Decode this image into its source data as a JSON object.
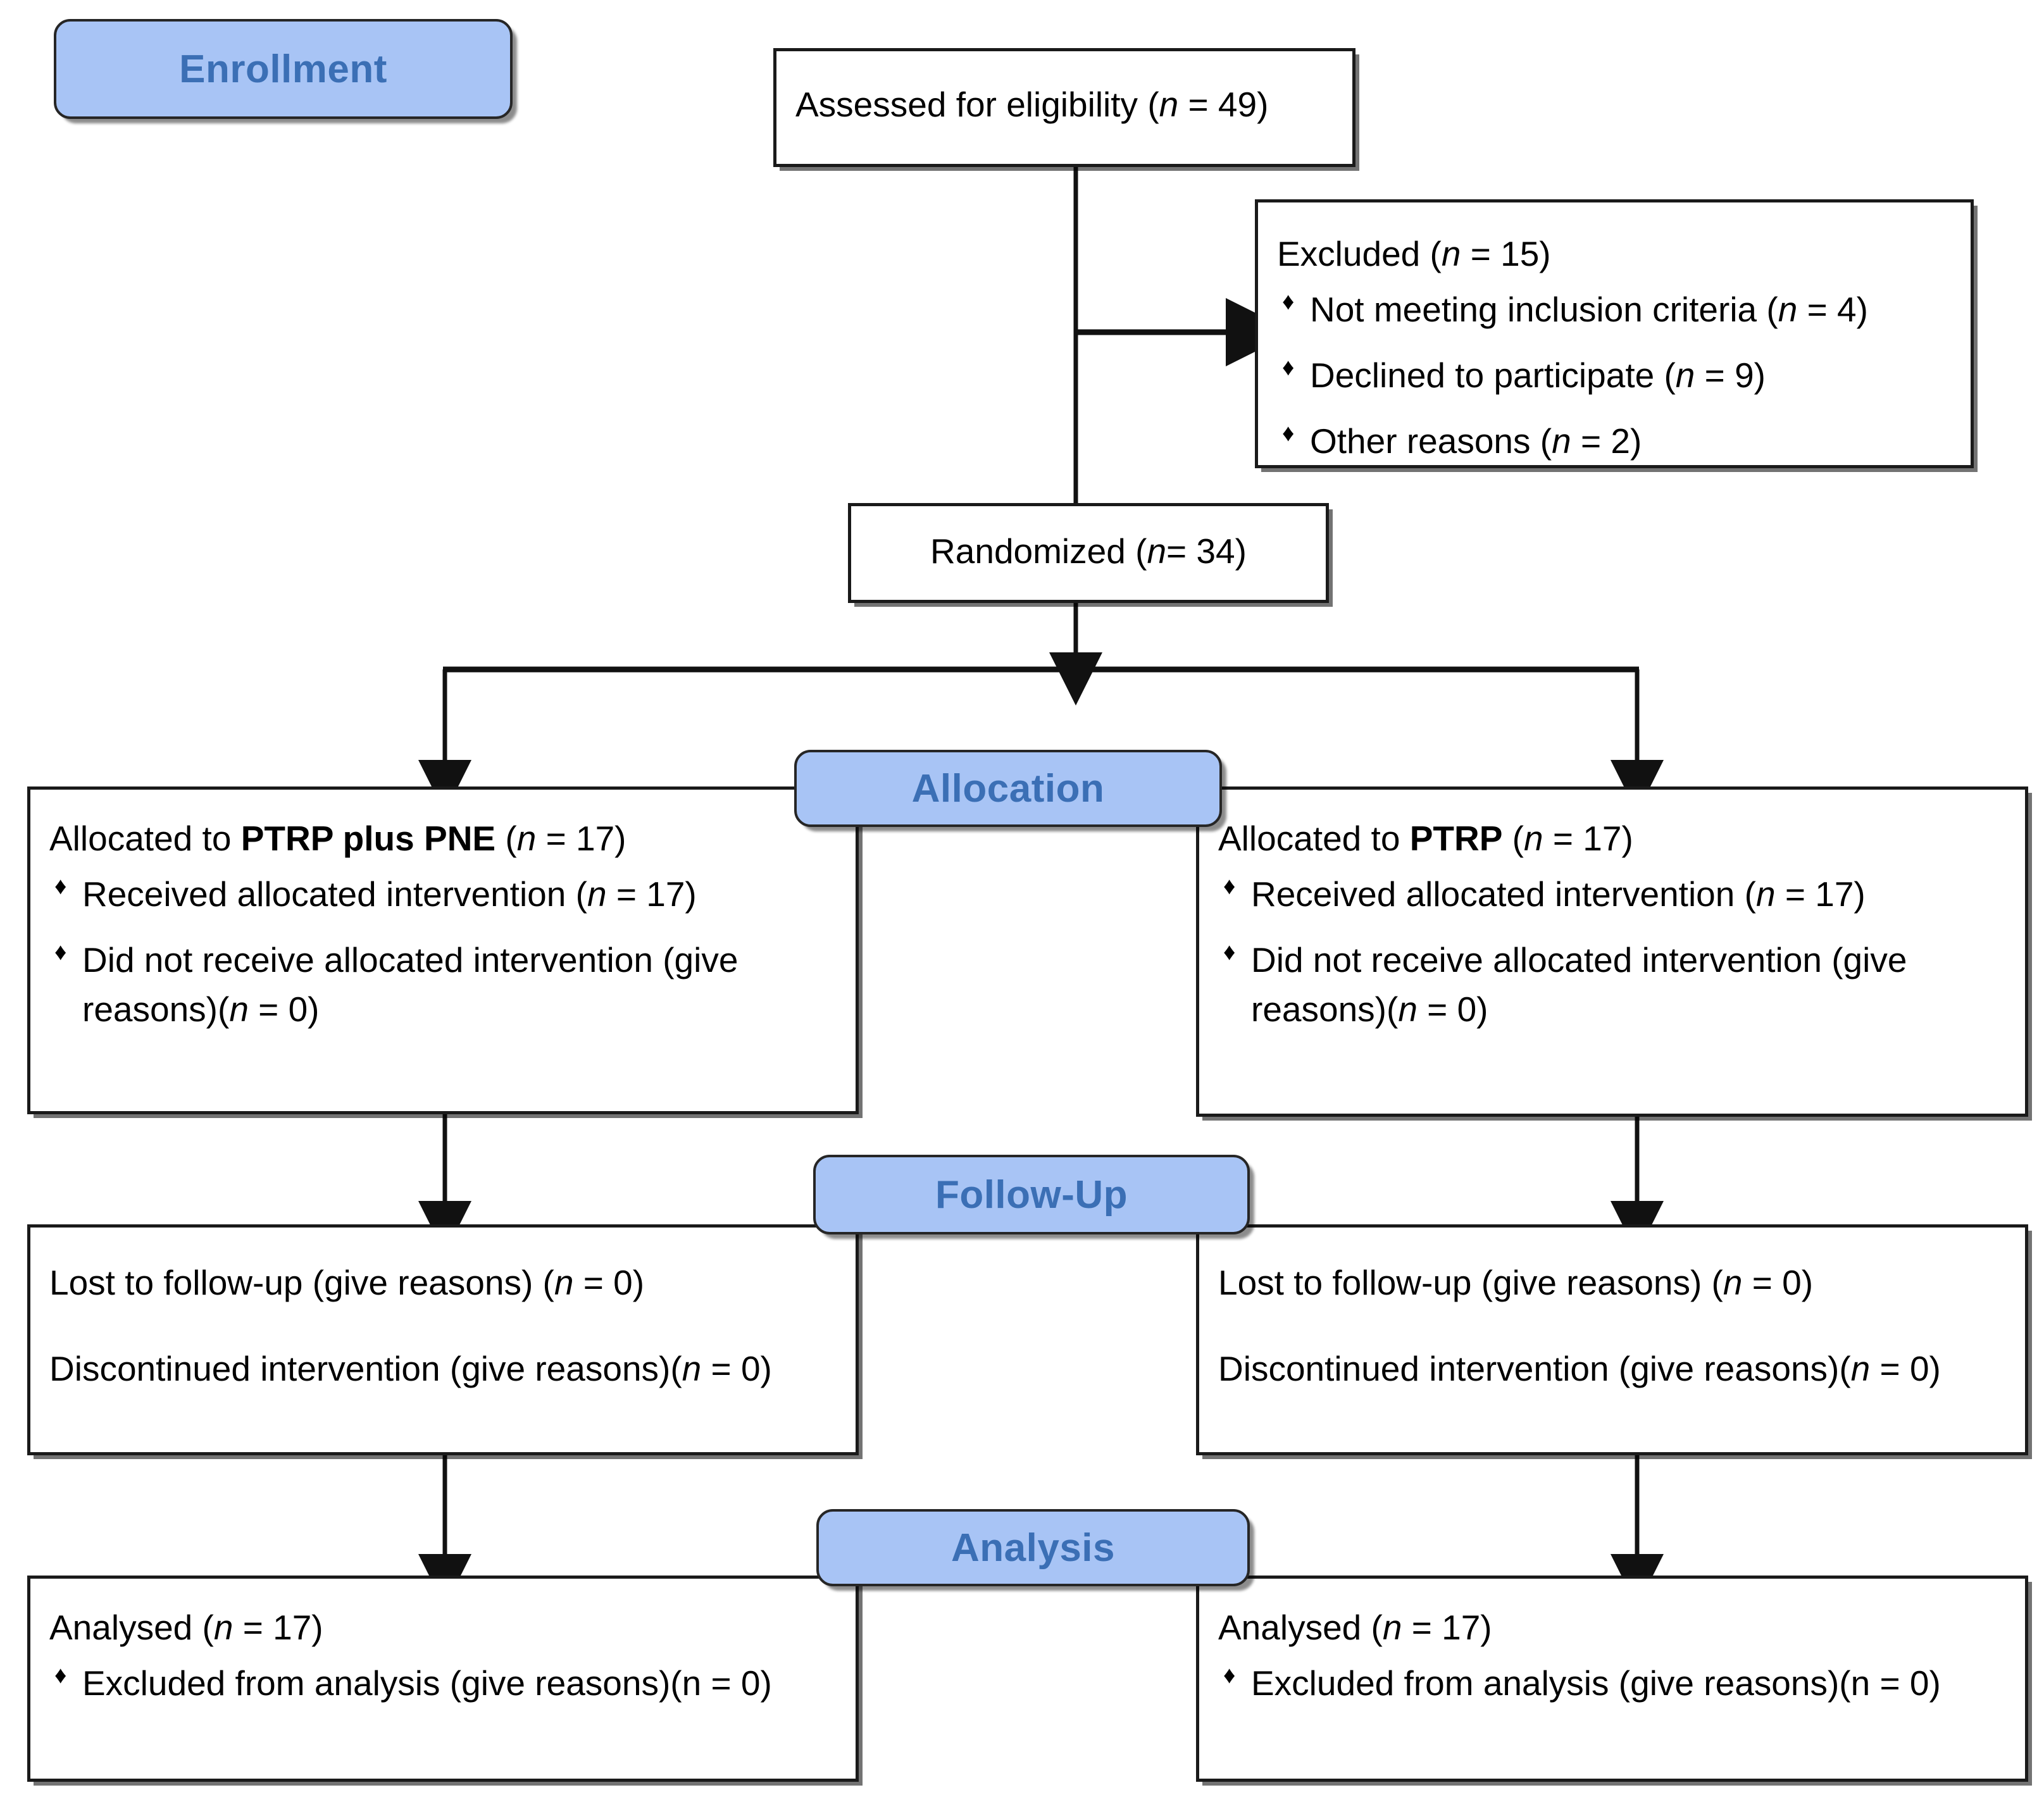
{
  "diagram": {
    "title": "CONSORT participant flow diagram",
    "accent_color": "#a8c4f5",
    "banner_text_color": "#3b6fb5",
    "border_color": "#1a1a1a",
    "bullet_glyph": "♦"
  },
  "banners": {
    "enrollment": "Enrollment",
    "allocation": "Allocation",
    "followup": "Follow-Up",
    "analysis": "Analysis"
  },
  "enrollment": {
    "assessed": {
      "label": "Assessed for eligibility (",
      "n_italic": "n",
      "value": " = 49)"
    },
    "excluded": {
      "heading_pre": "Excluded (",
      "heading_n": "n",
      "heading_post": " = 15)",
      "reasons": [
        {
          "text": "Not meeting inclusion criteria (",
          "n": "n",
          "post": " = 4)"
        },
        {
          "text": "Declined to participate (",
          "n": "n",
          "post": " = 9)"
        },
        {
          "text": "Other reasons (",
          "n": "n",
          "post": " = 2)"
        }
      ]
    },
    "randomized": {
      "pre": "Randomized (",
      "n": "n",
      "post": "= 34)"
    }
  },
  "allocation": {
    "left": {
      "heading_pre": "Allocated to ",
      "heading_bold": "PTRP plus PNE",
      "heading_post_pre": " (",
      "heading_n": "n",
      "heading_post": " = 17)",
      "items": [
        {
          "pre": "Received allocated intervention (",
          "n": "n",
          "post": " = 17)"
        },
        {
          "pre": "Did not receive allocated intervention (give reasons)(",
          "n": "n",
          "post": " = 0)"
        }
      ]
    },
    "right": {
      "heading_pre": "Allocated to ",
      "heading_bold": "PTRP",
      "heading_post_pre": " (",
      "heading_n": "n",
      "heading_post": " = 17)",
      "items": [
        {
          "pre": "Received allocated intervention (",
          "n": "n",
          "post": " = 17)"
        },
        {
          "pre": "Did not receive allocated intervention (give reasons)(",
          "n": "n",
          "post": " = 0)"
        }
      ]
    }
  },
  "followup": {
    "left": {
      "line1_pre": "Lost to follow-up (give reasons) (",
      "line1_n": "n",
      "line1_post": " = 0)",
      "line2_pre": "Discontinued intervention (give reasons)(",
      "line2_n": "n",
      "line2_post": " = 0)"
    },
    "right": {
      "line1_pre": "Lost to follow-up (give reasons) (",
      "line1_n": "n",
      "line1_post": " = 0)",
      "line2_pre": "Discontinued intervention (give reasons)(",
      "line2_n": "n",
      "line2_post": " = 0)"
    }
  },
  "analysis": {
    "left": {
      "heading_pre": "Analysed (",
      "heading_n": "n",
      "heading_post": " = 17)",
      "items": [
        {
          "pre": "Excluded from analysis (give reasons)(n = 0)",
          "n": "",
          "post": ""
        }
      ]
    },
    "right": {
      "heading_pre": "Analysed (",
      "heading_n": "n",
      "heading_post": " = 17)",
      "items": [
        {
          "pre": "Excluded from analysis (give reasons)(n = 0)",
          "n": "",
          "post": ""
        }
      ]
    }
  }
}
